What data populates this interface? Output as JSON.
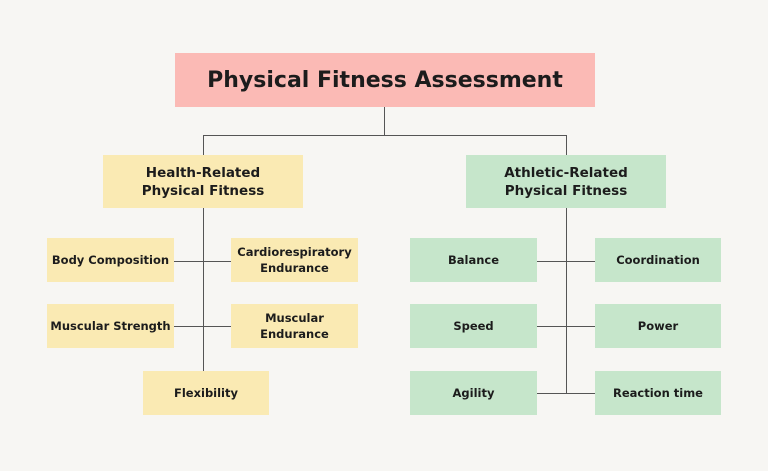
{
  "title": "Physical Fitness Assessment",
  "categories": [
    {
      "label_line1": "Health-Related",
      "label_line2": "Physical Fitness",
      "color": "#faeab3",
      "items": [
        "Body Composition",
        "Cardiorespiratory Endurance",
        "Muscular Strength",
        "Muscular Endurance",
        "Flexibility"
      ]
    },
    {
      "label_line1": "Athletic-Related",
      "label_line2": "Physical Fitness",
      "color": "#c6e6cb",
      "items": [
        "Balance",
        "Coordination",
        "Speed",
        "Power",
        "Agility",
        "Reaction time"
      ]
    }
  ],
  "root_color": "#fbbab5"
}
